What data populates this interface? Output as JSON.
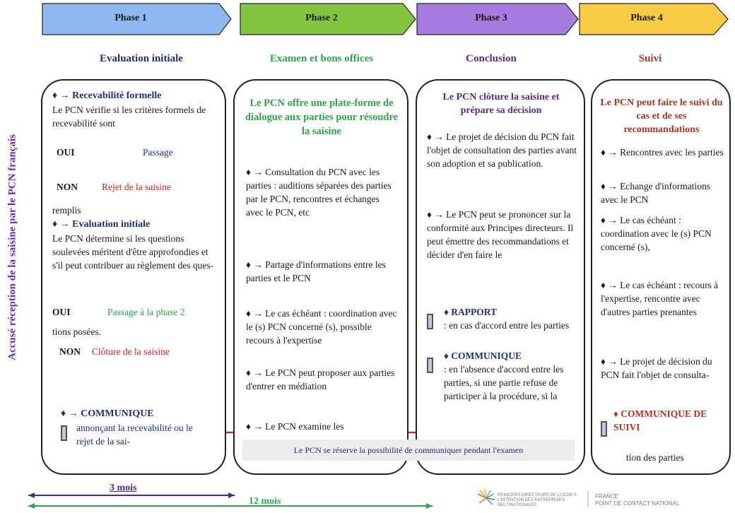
{
  "vertical_label": "Accusé réception de la saisine par le PCN français",
  "phases": [
    {
      "label": "Phase 1",
      "subtitle": "Evaluation initiale",
      "color": "#8fb7f0"
    },
    {
      "label": "Phase 2",
      "subtitle": "Examen et bons offices",
      "color": "#82c640"
    },
    {
      "label": "Phase 3",
      "subtitle": "Conclusion",
      "color": "#a57de0"
    },
    {
      "label": "Phase 4",
      "subtitle": "Suivi",
      "color": "#f6cc45"
    }
  ],
  "col1": {
    "recev_title": "♦ → Recevabilité formelle",
    "recev_text": "Le PCN vérifie si les critères formels de recevabilité sont",
    "oui1": "OUI",
    "oui1_result": "Passage",
    "non1": "NON",
    "non1_result": "Rejet de la saisine",
    "remplis": "remplis",
    "eval_title": "♦ → Evaluation initiale",
    "eval_text": "Le PCN détermine si les questions soulevées méritent d'être approfondies et s'il peut contribuer au règlement des ques-",
    "oui2": "OUI",
    "oui2_result": "Passage à la phase 2",
    "tions": "tions posées.",
    "non2": "NON",
    "non2_result": "Clôture de la saisine",
    "comm_title": "♦ → COMMUNIQUE",
    "comm_text": "annonçant la recevabilité ou le rejet de la sai-"
  },
  "col2": {
    "heading": "Le PCN offre une plate-forme de dialogue aux parties pour résoudre la saisine",
    "items": [
      "♦ → Consultation du PCN avec les parties : auditions séparées des parties par le PCN, rencontres et échanges avec le PCN, etc",
      "♦ → Partage d'informations entre les parties et le PCN",
      "♦ → Le cas échéant : coordination avec le (s) PCN concerné (s), possible recours à l'expertise",
      "♦ → Le PCN peut proposer aux parties d'entrer en médiation",
      "♦ → Le PCN examine les"
    ]
  },
  "col3": {
    "heading": "Le PCN clôture la saisine et prépare sa décision",
    "items": [
      "♦ → Le projet de décision du PCN fait l'objet de consultation des parties avant son adoption et sa publication.",
      "♦ → Le PCN peut se prononcer sur la conformité aux Principes directeurs. Il peut émettre des recommandations et décider d'en faire le"
    ],
    "rapport_title": "♦ RAPPORT",
    "rapport_text": ": en cas d'accord entre les parties",
    "comm_title": "♦ COMMUNIQUE",
    "comm_text": ": en l'absence d'accord entre les parties, si une partie refuse de participer à la procédure, si la"
  },
  "col4": {
    "heading": "Le PCN peut faire le suivi du cas et de ses recommandations",
    "items": [
      "♦ → Rencontres avec les parties",
      "♦ → Echange d'informations avec le PCN",
      "♦ → Le cas échéant : coordination avec le (s) PCN concerné (s),",
      "♦ → Le cas échéant : recours à l'expertise, rencontre avec d'autres parties prenantes",
      "♦ → Le projet de décision du PCN fait l'objet de consulta-"
    ],
    "comm_title": "♦ COMMUNIQUE DE SUIVI",
    "tail": "tion des parties"
  },
  "banner": "Le PCN se réserve la possibilité de communiquer pendant l'examen",
  "timeline": {
    "short": "3 mois",
    "long": "12 mois"
  },
  "footer": {
    "logo_left": "PRINCIPES DIRECTEURS DE L'OCDE À L'INTENTION DES ENTREPRISES MULTINATIONALES",
    "logo_right_1": "FRANCE",
    "logo_right_2": "POINT DE CONTACT NATIONAL"
  }
}
